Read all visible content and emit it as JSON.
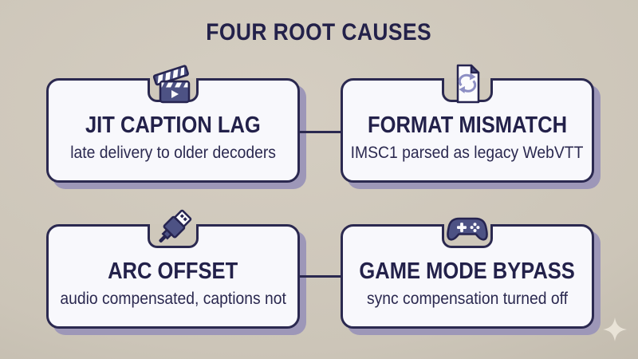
{
  "slide": {
    "title": "FOUR ROOT CAUSES"
  },
  "cards": [
    {
      "title": "JIT CAPTION LAG",
      "subtitle": "late delivery to older decoders",
      "icon": "clapperboard-icon"
    },
    {
      "title": "FORMAT MISMATCH",
      "subtitle": "IMSC1 parsed as legacy WebVTT",
      "icon": "document-sync-icon"
    },
    {
      "title": "ARC OFFSET",
      "subtitle": "audio compensated, captions not",
      "icon": "usb-plug-icon"
    },
    {
      "title": "GAME MODE BYPASS",
      "subtitle": "sync compensation turned off",
      "icon": "gamepad-icon"
    }
  ],
  "colors": {
    "background": "#ccc5b8",
    "card_background": "#f8f8fc",
    "outline": "#2b2950",
    "shadow": "#9d97b8",
    "text": "#23214a",
    "icon_primary": "#4d5284",
    "icon_accent": "#8d8fc4",
    "sparkle": "#e9e3d7"
  },
  "decorations": {
    "sparkle": "four-point-star"
  }
}
